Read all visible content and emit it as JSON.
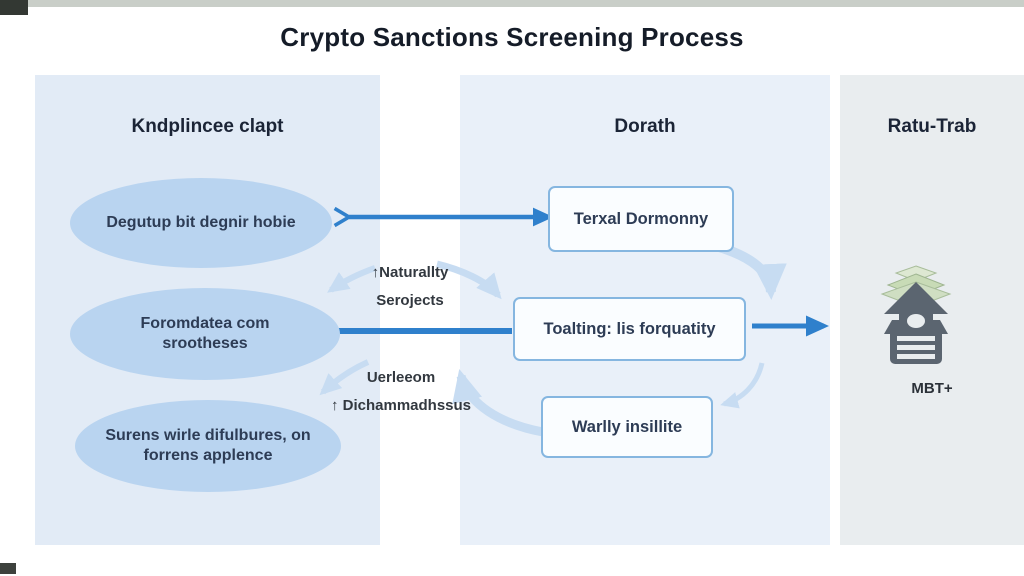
{
  "title": "Crypto Sanctions Screening Process",
  "columns": {
    "left": {
      "header": "Kndplincee clapt",
      "items": [
        "Degutup bit degnir hobie",
        "Foromdatea com srootheses",
        "Surens wirle difulbures, on forrens applence"
      ]
    },
    "middle": {
      "header": "Dorath",
      "items": [
        "Terxal Dormonny",
        "Toalting: lis forquatity",
        "Warlly insillite"
      ]
    },
    "right": {
      "header": "Ratu-Trab",
      "icon": "money-stack-house-icon",
      "icon_label": "MBT+"
    }
  },
  "connector_labels": {
    "upper": {
      "line1": "↑Naturallty",
      "line2": "Serojects"
    },
    "lower": {
      "line1": "Uerleeom",
      "line2": "↑ Dichammadhssus"
    }
  },
  "colors": {
    "ellipse_fill": "#b9d4f0",
    "box_border": "#85b6e0",
    "arrow_strong": "#2f80cc",
    "arrow_pale": "#c7dcf2",
    "panel_left": "#e2ebf6",
    "panel_middle": "#e9f0f9",
    "panel_right": "#e9edef",
    "title_text": "#151c28"
  }
}
